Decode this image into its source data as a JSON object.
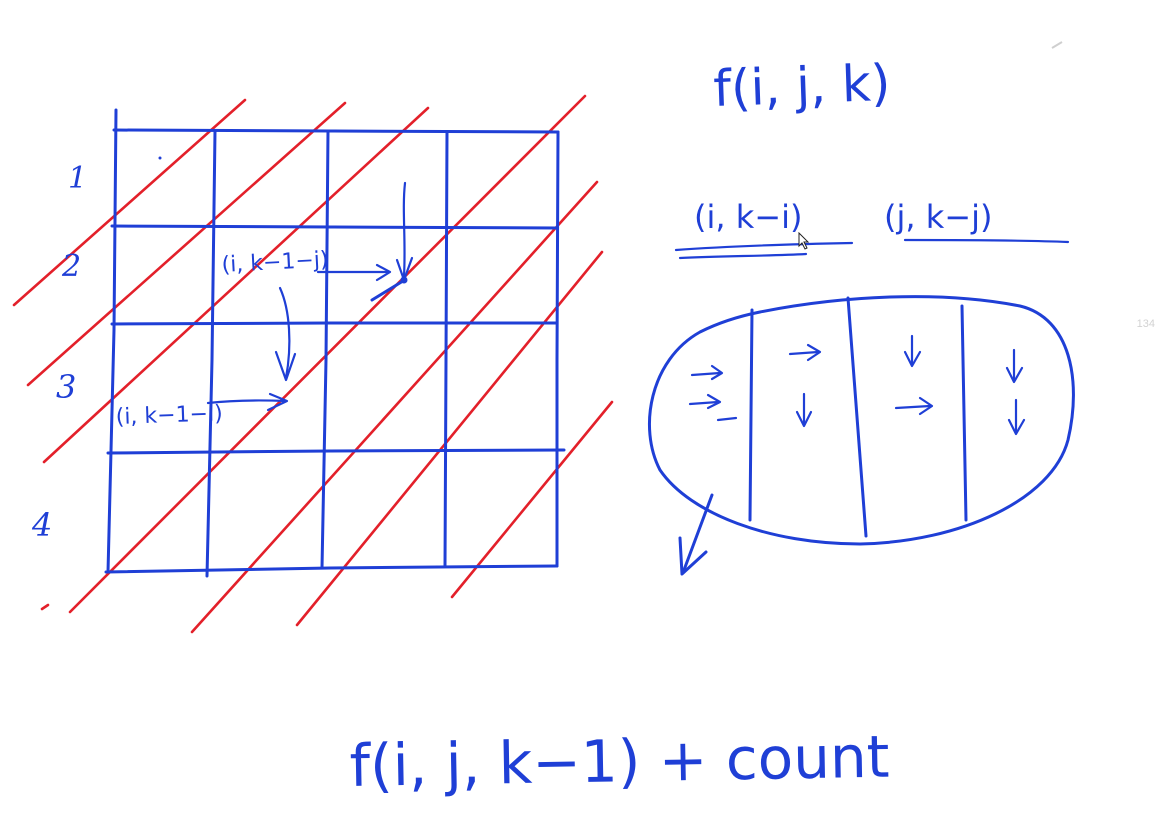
{
  "title_formula": "f(i, j, k)",
  "subproblems": {
    "left": "(i, k−i)",
    "right": "(j, k−j)"
  },
  "grid": {
    "row_labels": [
      "1",
      "2",
      "3",
      "4"
    ],
    "cell_label_top": "(i, k−1−j)",
    "cell_label_left": "(i, k−1−i)"
  },
  "bottom_formula": "f(i, j, k−1) + count",
  "page_number": "134",
  "colors": {
    "ink": "#1f3fd6",
    "diagonal": "#e3202a",
    "background": "#ffffff"
  }
}
